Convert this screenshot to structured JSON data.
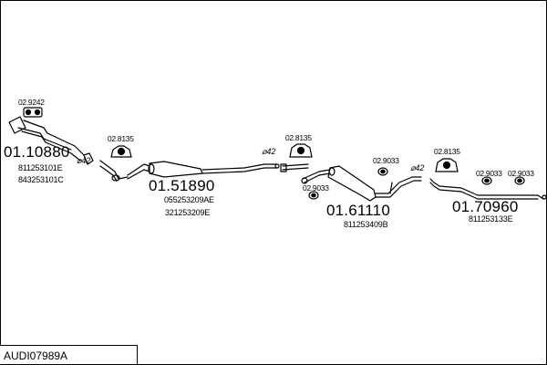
{
  "diagram_id": "AUDI07989A",
  "parts": {
    "front": {
      "code": "01.10880",
      "refs": [
        "811253101E",
        "843253101C"
      ],
      "clamp": "02.9242",
      "dia": "⌀42"
    },
    "middle": {
      "code": "01.51890",
      "refs": [
        "055253209AE",
        "321253209E"
      ],
      "hanger": "02.8135"
    },
    "joint": {
      "dia": "⌀42",
      "hanger": "02.8135"
    },
    "rear1": {
      "code": "01.61110",
      "ref": "811253409B",
      "rubber_a": "02.9033",
      "rubber_b": "02.9033",
      "dia": "⌀42"
    },
    "rear2": {
      "code": "01.70960",
      "ref": "811253133E",
      "hanger": "02.8135",
      "rubber_a": "02.9033",
      "rubber_b": "02.9033"
    }
  }
}
